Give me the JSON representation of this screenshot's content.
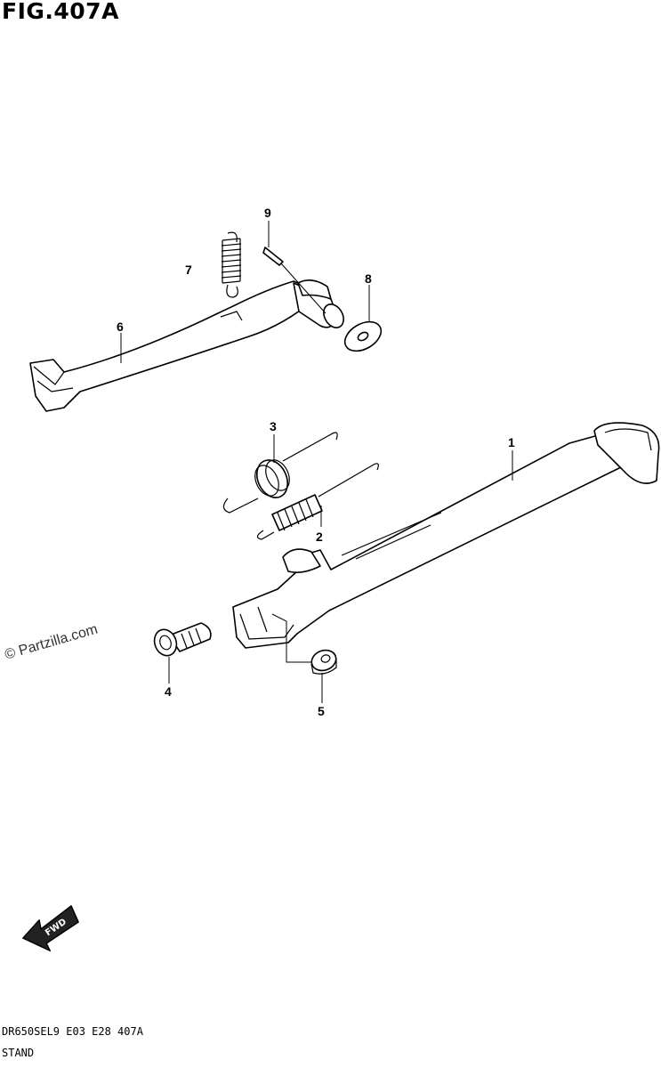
{
  "figure": {
    "title": "FIG.407A",
    "code": "DR650SEL9  E03  E28  407A",
    "name": "STAND",
    "watermark": "© Partzilla.com",
    "fwd_label": "FWD"
  },
  "callouts": [
    {
      "id": "1",
      "label": "1",
      "part": "stand"
    },
    {
      "id": "2",
      "label": "2",
      "part": "spring"
    },
    {
      "id": "3",
      "label": "3",
      "part": "spring"
    },
    {
      "id": "4",
      "label": "4",
      "part": "bolt"
    },
    {
      "id": "5",
      "label": "5",
      "part": "nut"
    },
    {
      "id": "6",
      "label": "6",
      "part": "prop-stand"
    },
    {
      "id": "7",
      "label": "7",
      "part": "spring"
    },
    {
      "id": "8",
      "label": "8",
      "part": "washer"
    },
    {
      "id": "9",
      "label": "9",
      "part": "cotter-pin"
    }
  ]
}
